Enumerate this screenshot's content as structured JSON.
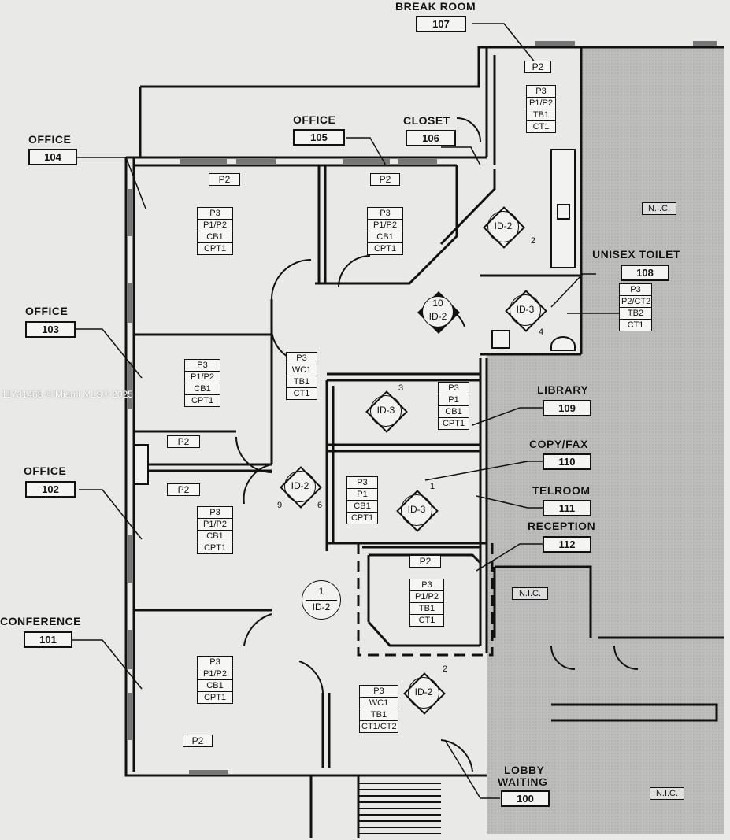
{
  "watermark": "11731468 © Miami MLS® 2025",
  "rooms": {
    "break_room": {
      "name": "BREAK ROOM",
      "number": "107"
    },
    "office_105": {
      "name": "OFFICE",
      "number": "105"
    },
    "closet": {
      "name": "CLOSET",
      "number": "106"
    },
    "office_104": {
      "name": "OFFICE",
      "number": "104"
    },
    "unisex_toilet": {
      "name": "UNISEX TOILET",
      "number": "108"
    },
    "office_103": {
      "name": "OFFICE",
      "number": "103"
    },
    "library": {
      "name": "LIBRARY",
      "number": "109"
    },
    "copy_fax": {
      "name": "COPY/FAX",
      "number": "110"
    },
    "office_102": {
      "name": "OFFICE",
      "number": "102"
    },
    "telroom": {
      "name": "TELROOM",
      "number": "111"
    },
    "reception": {
      "name": "RECEPTION",
      "number": "112"
    },
    "conference": {
      "name": "CONFERENCE",
      "number": "101"
    },
    "lobby": {
      "name1": "LOBBY",
      "name2": "WAITING",
      "number": "100"
    }
  },
  "tags": {
    "p2": "P2",
    "nic": "N.I.C."
  },
  "finishes": {
    "f_break": [
      "P3",
      "P1/P2",
      "TB1",
      "CT1"
    ],
    "f_104": [
      "P3",
      "P1/P2",
      "CB1",
      "CPT1"
    ],
    "f_105": [
      "P3",
      "P1/P2",
      "CB1",
      "CPT1"
    ],
    "f_toilet": [
      "P3",
      "P2/CT2",
      "TB2",
      "CT1"
    ],
    "f_103": [
      "P3",
      "P1/P2",
      "CB1",
      "CPT1"
    ],
    "f_corr": [
      "P3",
      "WC1",
      "TB1",
      "CT1"
    ],
    "f_library": [
      "P3",
      "P1",
      "CB1",
      "CPT1"
    ],
    "f_copy": [
      "P3",
      "P1",
      "CB1",
      "CPT1"
    ],
    "f_102": [
      "P3",
      "P1/P2",
      "CB1",
      "CPT1"
    ],
    "f_reception": [
      "P3",
      "P1/P2",
      "TB1",
      "CT1"
    ],
    "f_101": [
      "P3",
      "P1/P2",
      "CB1",
      "CPT1"
    ],
    "f_lobby": [
      "P3",
      "WC1",
      "TB1",
      "CT1/CT2"
    ]
  },
  "elevations": {
    "break": {
      "label": "ID-2",
      "num": "2"
    },
    "toilet": {
      "label": "ID-3",
      "num": "4"
    },
    "corridor_top": {
      "top": "10",
      "label": "ID-2"
    },
    "library": {
      "label": "ID-3",
      "num": "3"
    },
    "center": {
      "label": "ID-2",
      "num_left": "9",
      "num_right": "6"
    },
    "copy": {
      "label": "ID-3",
      "num": "1"
    },
    "reception_circle": {
      "top": "1",
      "label": "ID-2"
    },
    "lobby": {
      "label": "ID-2",
      "num": "2"
    }
  }
}
